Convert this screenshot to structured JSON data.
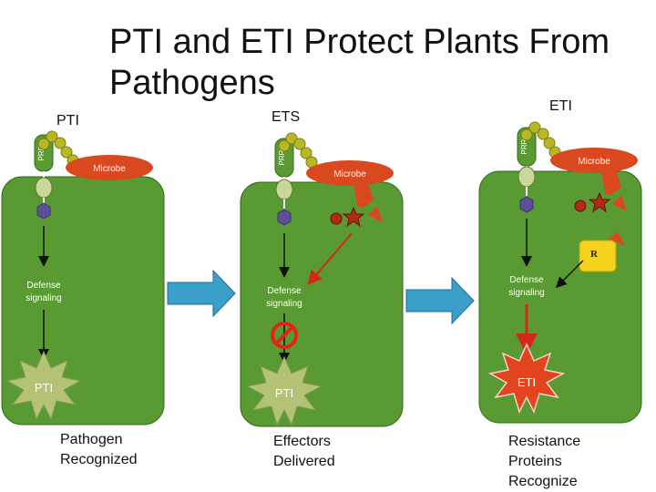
{
  "title": "PTI and ETI Protect Plants From Pathogens",
  "panels": [
    {
      "header": "PTI",
      "caption_lines": [
        "Pathogen",
        "Recognized"
      ],
      "prr_label": "PRR",
      "microbe_label": "Microbe",
      "defense_label": [
        "Defense",
        "signaling"
      ],
      "burst_label": "PTI"
    },
    {
      "header": "ETS",
      "caption_lines": [
        "Effectors",
        "Delivered"
      ],
      "prr_label": "PRR",
      "microbe_label": "Microbe",
      "defense_label": [
        "Defense",
        "signaling"
      ],
      "burst_label": "PTI"
    },
    {
      "header": "ETI",
      "caption_lines": [
        "Resistance",
        "Proteins",
        "Recognize"
      ],
      "prr_label": "PRR",
      "microbe_label": "Microbe",
      "defense_label": [
        "Defense",
        "signaling"
      ],
      "burst_label": "ETI",
      "r_label": "R"
    }
  ],
  "colors": {
    "cell": "#5a9a32",
    "cell_border": "#2f6b1a",
    "microbe": "#d9481f",
    "bead": "#b7b824",
    "receptor": "#c9d89a",
    "kinase": "#5b4e9a",
    "arrow_blue": "#3a9fc9",
    "r_box": "#f5d21e",
    "burst_pti": "#b4c275",
    "burst_eti": "#e2451e"
  }
}
